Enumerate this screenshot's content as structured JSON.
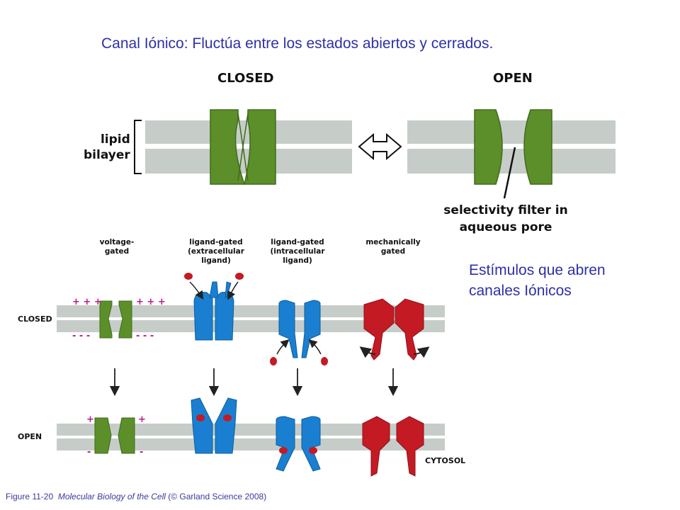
{
  "title": "Canal Iónico: Fluctúa entre los estados abiertos y cerrados.",
  "top_diagram": {
    "closed_label": "CLOSED",
    "open_label": "OPEN",
    "lipid_label_line1": "lipid",
    "lipid_label_line2": "bilayer",
    "selectivity_line1": "selectivity filter in",
    "selectivity_line2": "aqueous pore"
  },
  "stimuli": {
    "line1": "Estímulos que abren",
    "line2": "canales Iónicos"
  },
  "columns": [
    {
      "line1": "voltage-",
      "line2": "gated",
      "line3": ""
    },
    {
      "line1": "ligand-gated",
      "line2": "(extracellular",
      "line3": "ligand)"
    },
    {
      "line1": "ligand-gated",
      "line2": "(intracellular",
      "line3": "ligand)"
    },
    {
      "line1": "mechanically",
      "line2": "gated",
      "line3": ""
    }
  ],
  "rows": {
    "closed": "CLOSED",
    "open": "OPEN",
    "cytosol": "CYTOSOL"
  },
  "charges": {
    "plus_closed": "+ + +",
    "minus_closed": "- - -",
    "plus_open": "+",
    "minus_open": "-"
  },
  "caption": {
    "fig": "Figure 11-20",
    "book": "Molecular Biology of the Cell",
    "rest": "(© Garland Science 2008)"
  },
  "colors": {
    "membrane": "#c6cdc9",
    "channel_green": "#5c8f2a",
    "channel_green_dark": "#3f6b1a",
    "channel_blue": "#1a7fd0",
    "channel_red": "#c41a24",
    "charge_magenta": "#c0168a",
    "text_blue": "#2f2fa8"
  }
}
